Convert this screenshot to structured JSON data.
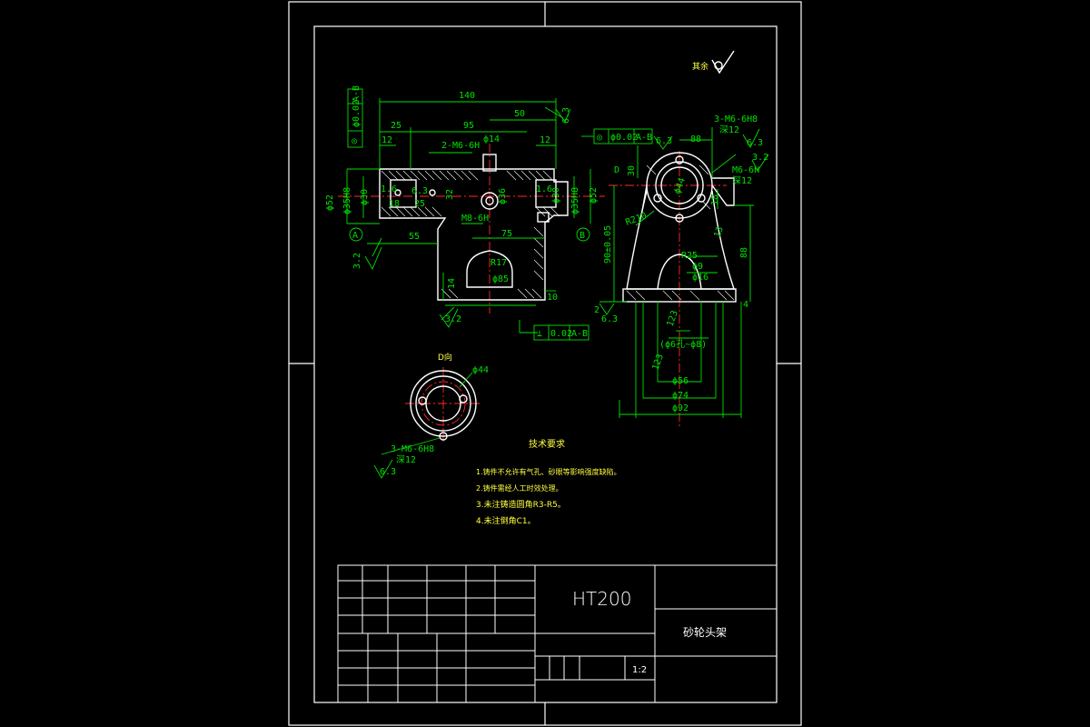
{
  "title_block": {
    "material": "HT200",
    "part_name": "砂轮头架",
    "scale": "1:2"
  },
  "tech_requirements": {
    "heading": "技术要求",
    "items": [
      "1.铸件不允许有气孔、砂眼等影响强度缺陷。",
      "2.铸件需经人工时效处理。",
      "3.未注铸造圆角R3-R5。",
      "4.未注倒角C1。"
    ]
  },
  "surface_roughness": {
    "remaining_label": "其余",
    "values": [
      "3.2",
      "6.3",
      "3.2",
      "6.3",
      "6.3",
      "3.2",
      "6.3"
    ]
  },
  "view_labels": {
    "section_d": "D向",
    "arrow_d": "D",
    "datum_a": "A",
    "datum_b": "B"
  },
  "geometric_tolerances": [
    {
      "symbol": "◎",
      "value": "ϕ0.02",
      "datum": "A-B"
    },
    {
      "symbol": "◎",
      "value": "ϕ0.02",
      "datum": "A-B"
    },
    {
      "symbol": "⊥",
      "value": "0.02",
      "datum": "A-B"
    }
  ],
  "front_view_dims": {
    "d140": "140",
    "d25": "25",
    "d95": "95",
    "d50": "50",
    "d12a": "12",
    "d12b": "12",
    "thread_2m6": "2-M6-6H",
    "phi14": "ϕ14",
    "phi36": "ϕ36",
    "phi52a": "ϕ52",
    "phi52b": "ϕ52",
    "phi35a": "ϕ35H8",
    "phi35b": "ϕ35H8",
    "phi30a": "ϕ30",
    "phi30b": "ϕ30",
    "d18": "18",
    "d25b": "25",
    "d32": "32",
    "d16a": "1.6",
    "d16b": "1.6",
    "m8": "M8-6H",
    "d55": "55",
    "d75": "75",
    "r17": "R17",
    "phi85": "ϕ85",
    "d14": "14",
    "d10": "10",
    "s63": "6.3"
  },
  "side_view_dims": {
    "thread_3m6": "3-M6-6H8",
    "depth12a": "深12",
    "d88": "88",
    "d30": "30",
    "phi44": "ϕ44",
    "m6": "M6-6H",
    "depth12b": "深12",
    "d18": "18",
    "r210": "R210",
    "d90": "90±0.05",
    "d13": "13",
    "d88b": "88",
    "r25": "R25",
    "phi9": "ϕ9",
    "phi16": "ϕ16",
    "d2": "2",
    "d4": "4",
    "d123a": "123",
    "d123b": "123",
    "counterbore": "(ϕ6孔~ϕ8)",
    "phi56": "ϕ56",
    "phi74": "ϕ74",
    "phi92": "ϕ92"
  },
  "d_view_dims": {
    "phi44": "ϕ44",
    "thread": "3-M6-6H8",
    "depth": "深12",
    "s63": "6.3"
  }
}
